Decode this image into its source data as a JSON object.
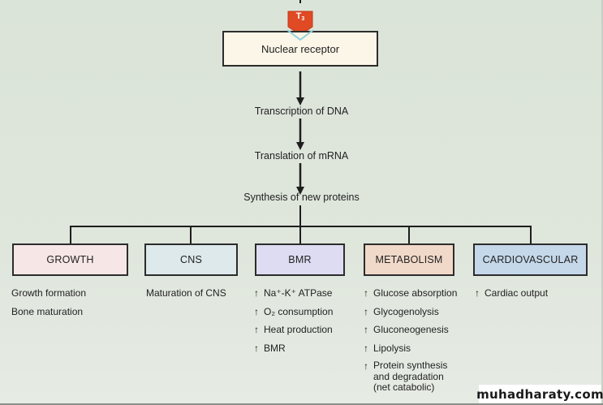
{
  "diagram": {
    "hormone_badge": {
      "label": "T",
      "subscript": "3",
      "color": "#e04a24"
    },
    "receptor": {
      "label": "Nuclear receptor",
      "fill": "#fcf6e8"
    },
    "steps": [
      "Transcription of DNA",
      "Translation of mRNA",
      "Synthesis of new proteins"
    ],
    "effect_boxes": [
      {
        "label": "GROWTH",
        "fill": "#f6e6e6",
        "effects": [
          {
            "text": "Growth formation",
            "increase": false
          },
          {
            "text": "Bone maturation",
            "increase": false
          }
        ]
      },
      {
        "label": "CNS",
        "fill": "#dde9ea",
        "effects": [
          {
            "text": "Maturation of CNS",
            "increase": false
          }
        ]
      },
      {
        "label": "BMR",
        "fill": "#dddcf2",
        "effects": [
          {
            "text": "Na⁺-K⁺ ATPase",
            "increase": true
          },
          {
            "text": "O₂ consumption",
            "increase": true
          },
          {
            "text": "Heat production",
            "increase": true
          },
          {
            "text": "BMR",
            "increase": true
          }
        ]
      },
      {
        "label": "METABOLISM",
        "fill": "#f1d9c9",
        "effects": [
          {
            "text": "Glucose absorption",
            "increase": true
          },
          {
            "text": "Glycogenolysis",
            "increase": true
          },
          {
            "text": "Gluconeogenesis",
            "increase": true
          },
          {
            "text": "Lipolysis",
            "increase": true
          },
          {
            "text": "Protein synthesis and degradation (net catabolic)",
            "increase": true
          }
        ]
      },
      {
        "label": "CARDIOVASCULAR",
        "fill": "#c5d8ea",
        "effects": [
          {
            "text": "Cardiac output",
            "increase": true
          }
        ]
      }
    ],
    "increase_icon": "up-arrow-icon"
  },
  "watermark": {
    "text": "muhadharaty.com"
  }
}
